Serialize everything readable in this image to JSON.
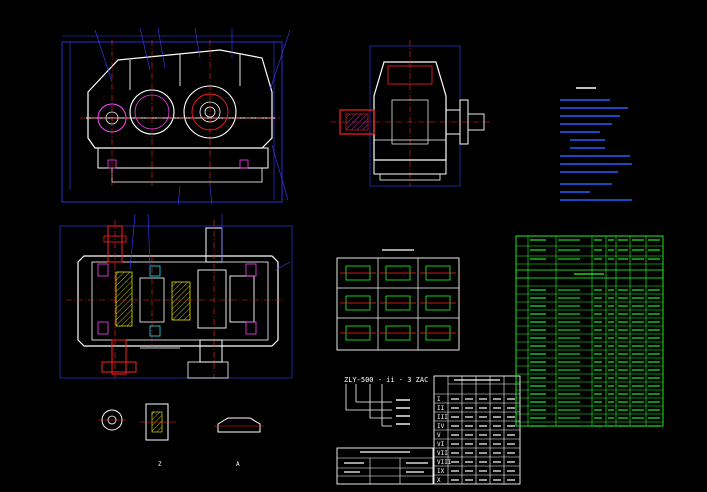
{
  "drawing": {
    "colors": {
      "background": "#000000",
      "outline": "#ffffff",
      "centerline": "#ff2020",
      "dimension": "#3a3aff",
      "text": "#ffffff",
      "table": "#20ff20",
      "notes": "#2060ff",
      "gear": "#ffff00",
      "magenta": "#ff40ff",
      "cyan": "#20e0ff"
    },
    "view_labels": {
      "section_z": "Z",
      "section_a": "A"
    },
    "model_code": {
      "code": "ZLY-500 - ii - 3 ZAC"
    },
    "options_table_title": "",
    "notes_title": "",
    "parts_list_title": "",
    "ratio_table": {
      "title": "",
      "roman_rows": [
        "I",
        "II",
        "III",
        "IV",
        "V",
        "VI",
        "VII",
        "VIII",
        "IX",
        "X"
      ]
    },
    "title_block": {
      "label": ""
    }
  }
}
